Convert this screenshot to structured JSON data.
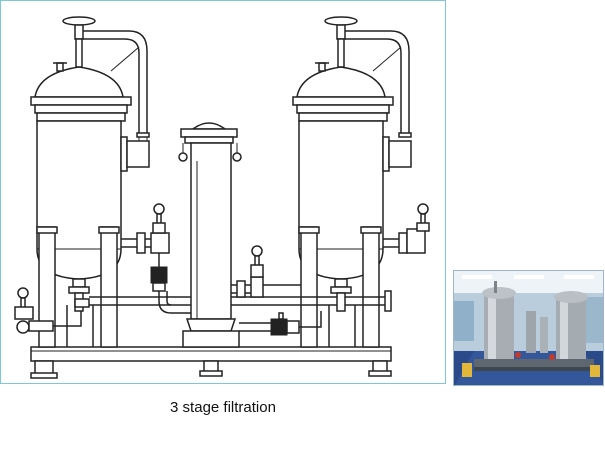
{
  "caption": "3 stage filtration",
  "drawing": {
    "description_icon": "filtration-system-schematic"
  },
  "photo": {
    "icon": "filtration-equipment-photo"
  },
  "colors": {
    "frame_border": "#7fc6da",
    "line": "#222222",
    "photo_wall": "#cfdde8",
    "photo_floor": "#2b4a8a"
  }
}
